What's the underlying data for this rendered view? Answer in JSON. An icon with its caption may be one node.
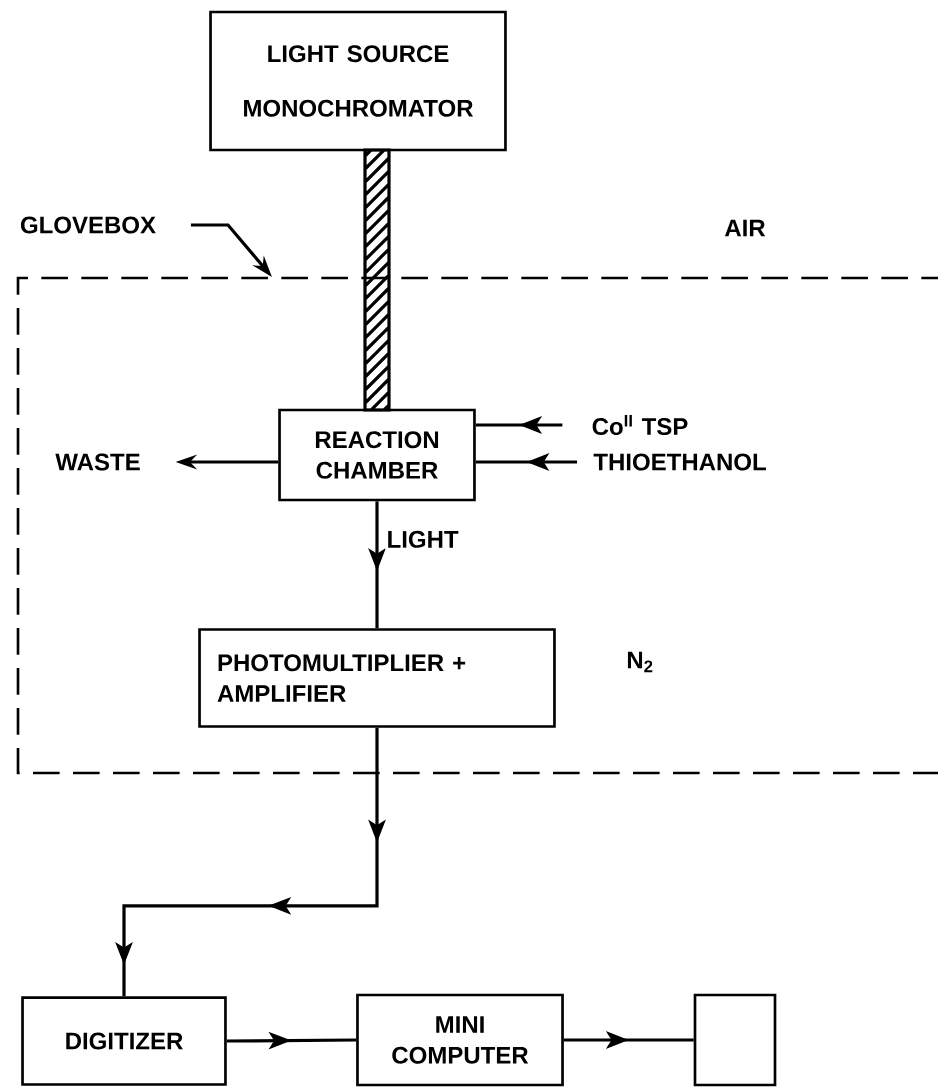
{
  "diagram": {
    "nodes": [
      {
        "text": [
          "LIGHT SOURCE",
          "MONOCHROMATOR"
        ]
      },
      {
        "text": [
          "GLOVEBOX"
        ]
      },
      {
        "text": [],
        "shape": "box"
      },
      {
        "text": [
          "REACTION CHAMBER"
        ],
        "in": 2
      },
      {
        "text": [
          "WASTE"
        ],
        "in": 2
      },
      {
        "text": [
          "Co$^{II}$ TSP"
        ],
        "in": 2
      },
      {
        "text": [
          "THIOETHANOL"
        ],
        "in": 2
      },
      {
        "text": [
          "PHOTOMULTIPLIER + AMPLIFIER"
        ],
        "in": 2
      },
      {
        "text": [
          "DIGITIZER"
        ]
      },
      {
        "text": [
          "MINI COMPUTER"
        ]
      },
      {
        "text": [],
        "shape": "box"
      }
    ],
    "edges": [
      {
        "from": 0,
        "to": 3,
        "arrow": "none"
      },
      {
        "from": 1,
        "to": 2,
        "arrow": "to"
      },
      {
        "from": 3,
        "to": 4,
        "arrow": "to"
      },
      {
        "from": 5,
        "to": 3,
        "arrow": "to"
      },
      {
        "from": 6,
        "to": 3,
        "arrow": "to"
      },
      {
        "from": 3,
        "to": 7,
        "arrow": "to",
        "label": "LIGHT"
      },
      {
        "from": 7,
        "to": 8,
        "arrow": "to"
      },
      {
        "from": 8,
        "to": 9,
        "arrow": "to"
      },
      {
        "from": 9,
        "to": 10,
        "arrow": "to"
      }
    ],
    "labels": [
      "AIR",
      "N$_{2}$"
    ]
  }
}
